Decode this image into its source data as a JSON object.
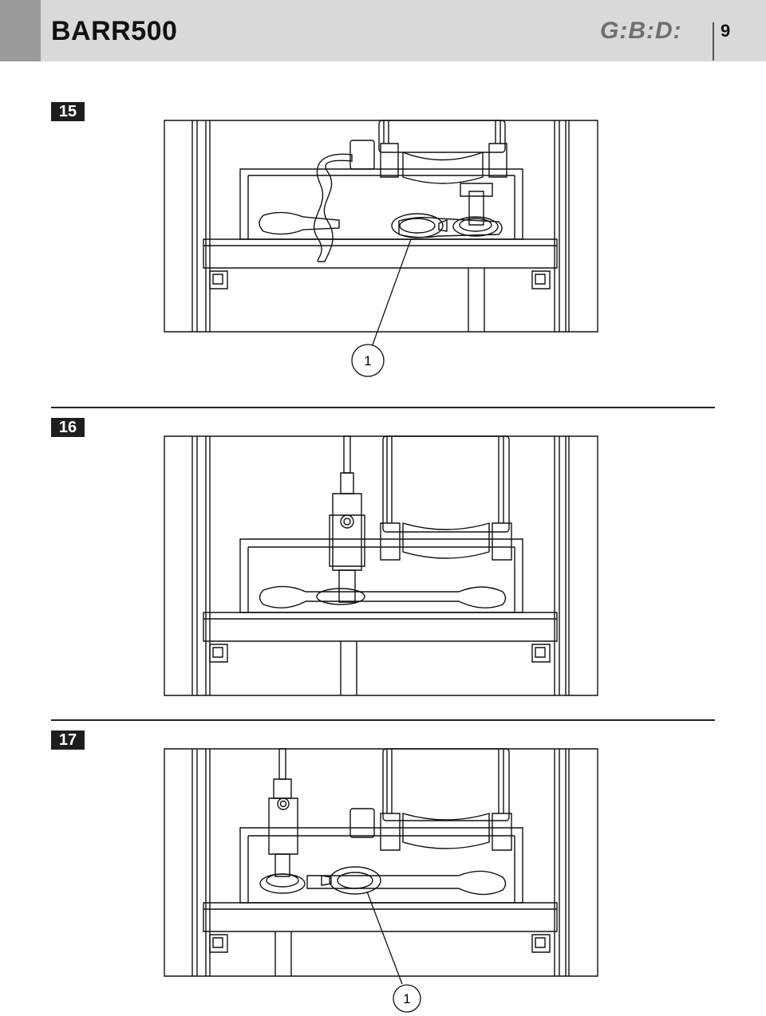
{
  "header": {
    "title": "BARR500",
    "brand": "G:B:D:",
    "page_number": "9"
  },
  "steps": [
    {
      "number": "15",
      "callout": "1"
    },
    {
      "number": "16"
    },
    {
      "number": "17",
      "callout": "1"
    }
  ]
}
